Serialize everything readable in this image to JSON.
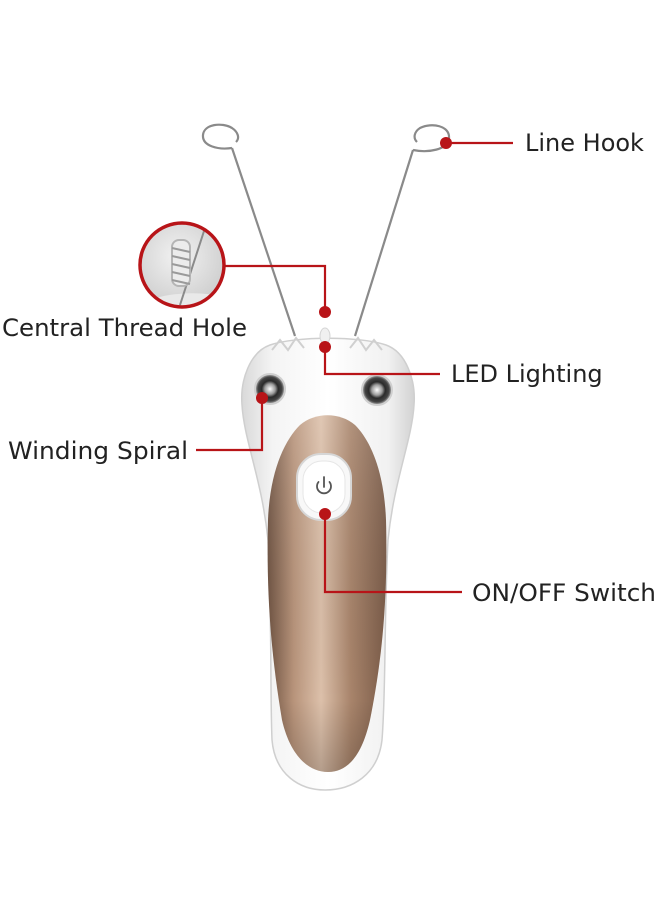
{
  "labels": {
    "line_hook": "Line Hook",
    "central_thread_hole": "Central Thread Hole",
    "led_lighting": "LED Lighting",
    "winding_spiral": "Winding Spiral",
    "on_off_switch": "ON/OFF Switch"
  },
  "colors": {
    "callout": "#b81418",
    "body_white": "#f7f7f7",
    "panel_bronze": "#a17d64",
    "label_text": "#222222"
  },
  "icons": {
    "power": "power-icon"
  }
}
